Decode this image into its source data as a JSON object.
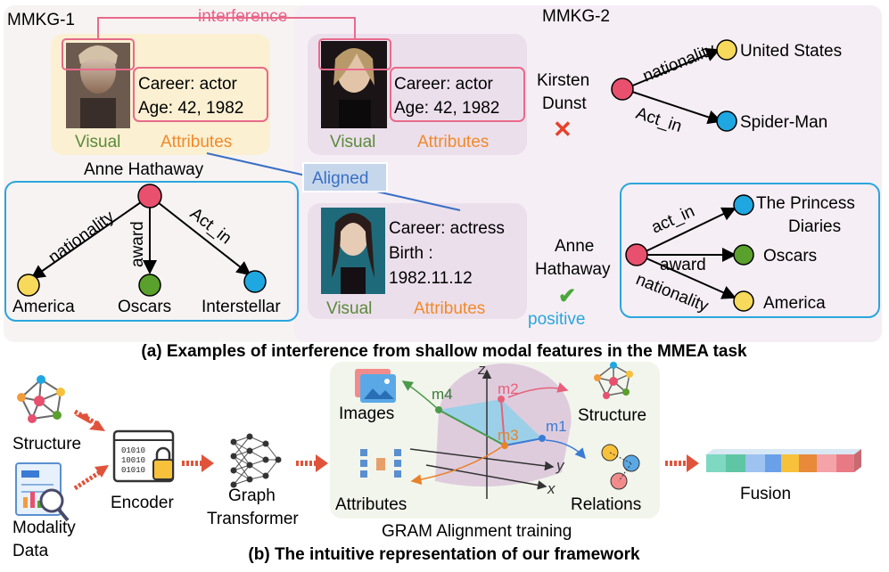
{
  "part_a": {
    "caption": "(a) Examples of interference from shallow modal features in the MMEA task",
    "kg1_title": "MMKG-1",
    "kg2_title": "MMKG-2",
    "interference_label": "interference",
    "aligned_label": "Aligned",
    "positive_label": "positive",
    "card1": {
      "attr_line1": "Career: actor",
      "attr_line2": "Age: 42, 1982",
      "visual": "Visual",
      "attributes": "Attributes",
      "entity": "Anne Hathaway"
    },
    "card2": {
      "attr_line1": "Career: actor",
      "attr_line2": "Age: 42, 1982",
      "visual": "Visual",
      "attributes": "Attributes"
    },
    "card3": {
      "attr_line1": "Career: actress",
      "attr_line2": "Birth :",
      "attr_line3": "1982.11.12",
      "visual": "Visual",
      "attributes": "Attributes"
    },
    "kirsten": {
      "name_line1": "Kirsten",
      "name_line2": "Dunst",
      "mark": "✕"
    },
    "anne_right": {
      "name_line1": "Anne",
      "name_line2": "Hathaway",
      "mark": "✔"
    },
    "graph_kirsten": {
      "edge1": "nationality",
      "edge2": "Act_in",
      "node1": "United States",
      "node2": "Spider-Man"
    },
    "graph_left": {
      "edge1": "nationality",
      "edge2": "award",
      "edge3": "Act_in",
      "node1": "America",
      "node2": "Oscars",
      "node3": "Interstellar"
    },
    "graph_right": {
      "edge1": "act_in",
      "edge2": "award",
      "edge3": "nationality",
      "node1_line1": "The Princess",
      "node1_line2": "Diaries",
      "node2": "Oscars",
      "node3": "America"
    }
  },
  "part_b": {
    "caption": "(b) The intuitive representation of our framework",
    "structure": "Structure",
    "modality_line1": "Modality",
    "modality_line2": "Data",
    "encoder": "Encoder",
    "gt_line1": "Graph",
    "gt_line2": "Transformer",
    "images": "Images",
    "structure2": "Structure",
    "attributes": "Attributes",
    "relations": "Relations",
    "m1": "m1",
    "m2": "m2",
    "m3": "m3",
    "m4": "m4",
    "axis_x": "x",
    "axis_y": "y",
    "axis_z": "z",
    "gram": "GRAM Alignment training",
    "fusion": "Fusion",
    "binary": [
      "01010",
      "10010",
      "01010"
    ]
  },
  "colors": {
    "kg1_bg": "#fbf1d6",
    "kg2_bg": "#f5eef5",
    "card_pink": "#efe3ee",
    "box_blue": "#2aa6dc",
    "pink": "#e8608a",
    "green": "#6aa84f",
    "orange": "#f39c3c",
    "arrow_red": "#e0533a",
    "node_red": "#e8506e",
    "node_yellow": "#f7d95b",
    "node_blue": "#1ea7e0",
    "node_green": "#5aa02c"
  }
}
